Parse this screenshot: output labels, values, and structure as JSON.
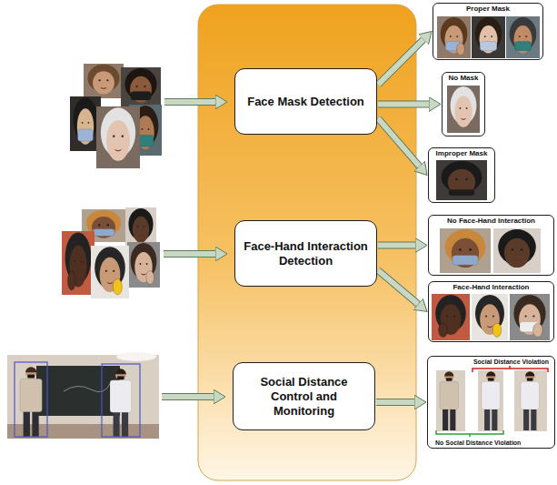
{
  "diagram": {
    "nodes": [
      {
        "text": [
          "Face Mask Detection"
        ]
      },
      {
        "text": [
          "Proper Mask"
        ]
      },
      {
        "text": [
          "No Mask"
        ]
      },
      {
        "text": [
          "Improper Mask"
        ]
      },
      {
        "text": [
          "Face-Hand Interaction Detection"
        ]
      },
      {
        "text": [
          "No Face-Hand Interaction"
        ]
      },
      {
        "text": [
          "Face-Hand Interaction"
        ]
      },
      {
        "text": [
          "Social Distance Control and Monitoring"
        ]
      },
      {
        "text": [
          "Social Distance Violation",
          "No Social Distance Violation"
        ]
      }
    ],
    "edges": [
      {
        "from": 0,
        "to": 1,
        "arrow": "to"
      },
      {
        "from": 0,
        "to": 2,
        "arrow": "to"
      },
      {
        "from": 0,
        "to": 3,
        "arrow": "to"
      },
      {
        "from": 4,
        "to": 5,
        "arrow": "to"
      },
      {
        "from": 4,
        "to": 6,
        "arrow": "to"
      },
      {
        "from": 7,
        "to": 8,
        "arrow": "to"
      }
    ]
  }
}
